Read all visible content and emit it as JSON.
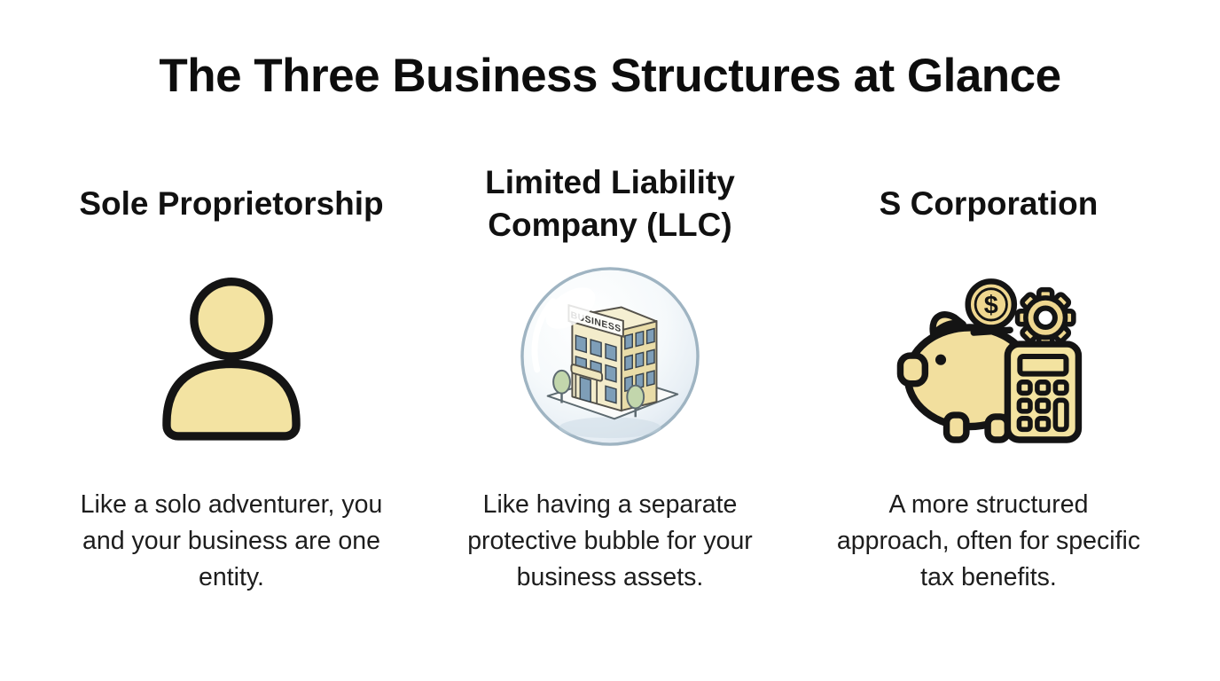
{
  "title": "The Three Business Structures at Glance",
  "columns": [
    {
      "name": "Sole Proprietorship",
      "icon": "person-icon",
      "caption": "Like a solo adventurer, you and your business are one entity."
    },
    {
      "name": "Limited Liability Company (LLC)",
      "icon": "building-in-bubble-icon",
      "icon_label": "BUSINESS",
      "caption": "Like having a separate protective bubble for your business assets."
    },
    {
      "name": "S Corporation",
      "icon": "piggy-bank-calculator-icon",
      "coin_symbol": "$",
      "caption": "A more structured approach, often for specific tax benefits."
    }
  ],
  "colors": {
    "background": "#ffffff",
    "title_text": "#0d0d0d",
    "caption_text": "#1d1d1d",
    "gold_fill": "#F3E3A2",
    "gold_fill_deep": "#EFD globally",
    "outline_black": "#141414",
    "bubble_rim": "#9FB4C2",
    "building_cream_left": "#F3ECCB",
    "building_tan_right": "#E9DCA8",
    "window_blue": "#7E9EB8",
    "tree_green": "#C2D6AC",
    "ground_gray": "#5d6a70"
  }
}
